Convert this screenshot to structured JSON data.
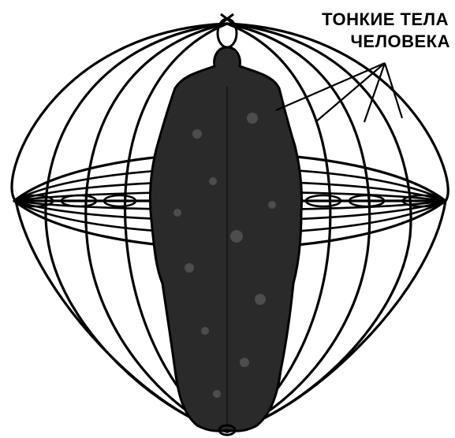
{
  "caption": {
    "line1": "ТОНКИЕ ТЕЛА",
    "line2": "ЧЕЛОВЕКА"
  },
  "colors": {
    "ink": "#000000",
    "background": "#ffffff",
    "body_fill": "#2a2a2a"
  },
  "figure": {
    "subject": "human-body-silhouette",
    "field_lines": "energy-field-ellipses"
  }
}
